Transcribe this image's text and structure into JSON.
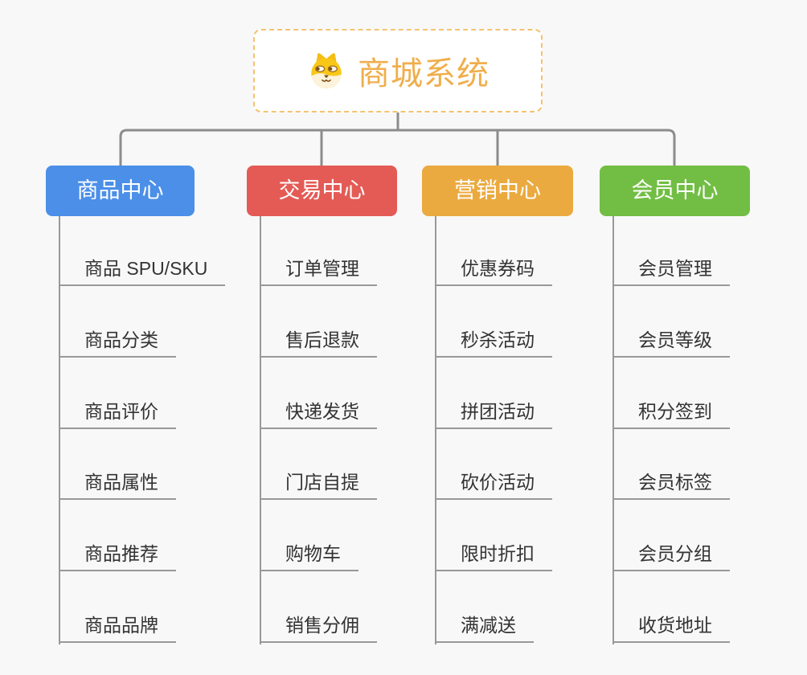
{
  "root": {
    "title": "商城系统",
    "icon": "dog-face"
  },
  "colors": {
    "root_text": "#F0AE4C",
    "root_border": "#F4C36F",
    "connector_gray": "#8C8C8C",
    "leaf_line_gray": "#999999",
    "leaf_text": "#333333",
    "branch_product": "#4B8FE8",
    "branch_trade": "#E45B56",
    "branch_marketing": "#EBAA3F",
    "branch_member": "#72BE44"
  },
  "branches": [
    {
      "id": "product",
      "label": "商品中心",
      "color": "#4B8FE8",
      "items": [
        "商品 SPU/SKU",
        "商品分类",
        "商品评价",
        "商品属性",
        "商品推荐",
        "商品品牌"
      ]
    },
    {
      "id": "trade",
      "label": "交易中心",
      "color": "#E45B56",
      "items": [
        "订单管理",
        "售后退款",
        "快递发货",
        "门店自提",
        "购物车",
        "销售分佣"
      ]
    },
    {
      "id": "marketing",
      "label": "营销中心",
      "color": "#EBAA3F",
      "items": [
        "优惠券码",
        "秒杀活动",
        "拼团活动",
        "砍价活动",
        "限时折扣",
        "满减送"
      ]
    },
    {
      "id": "member",
      "label": "会员中心",
      "color": "#72BE44",
      "items": [
        "会员管理",
        "会员等级",
        "积分签到",
        "会员标签",
        "会员分组",
        "收货地址"
      ]
    }
  ]
}
